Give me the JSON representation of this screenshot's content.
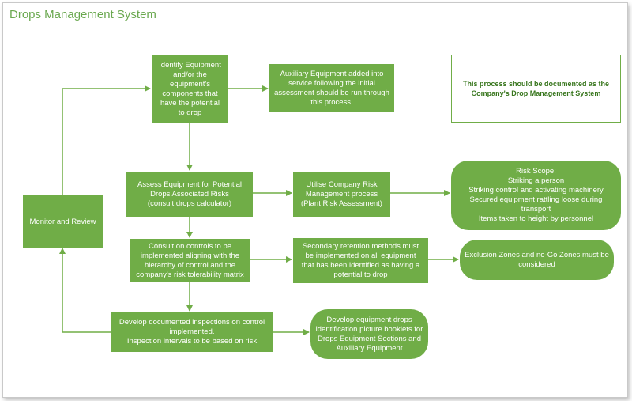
{
  "title": "Drops Management System",
  "colors": {
    "box_fill": "#70ad47",
    "arrow": "#70ad47",
    "title": "#6aa84f"
  },
  "nodes": {
    "identify": "Identify Equipment\nand/or the\nequipment's\ncomponents that\nhave  the potential\nto drop",
    "auxiliary": "Auxiliary Equipment added into\nservice following the initial\nassessment should be run through\nthis process.",
    "note": "This process should be documented as the\nCompany's Drop Management System",
    "assess": "Assess Equipment for Potential\nDrops Associated Risks\n(consult drops calculator)",
    "utilise": "Utilise Company Risk\nManagement process\n(Plant Risk Assessment)",
    "risk_scope": "Risk Scope:\nStriking a person\nStriking control and activating machinery\nSecured equipment rattling loose during\ntransport\nItems taken to height by personnel",
    "monitor": "Monitor and Review",
    "consult": "Consult on controls to be\nimplemented aligning with the\nhierarchy of control and the\ncompany's risk tolerability matrix",
    "secondary": "Secondary retention methods must\nbe implemented on all equipment\nthat has been identified as having a\npotential to drop",
    "exclusion": "Exclusion Zones and no-Go Zones must be\nconsidered",
    "develop_inspections": "Develop documented inspections on control\nimplemented.\nInspection intervals to be based on risk",
    "develop_booklets": "Develop equipment drops\nidentification picture booklets for\nDrops Equipment Sections and\nAuxiliary Equipment"
  }
}
